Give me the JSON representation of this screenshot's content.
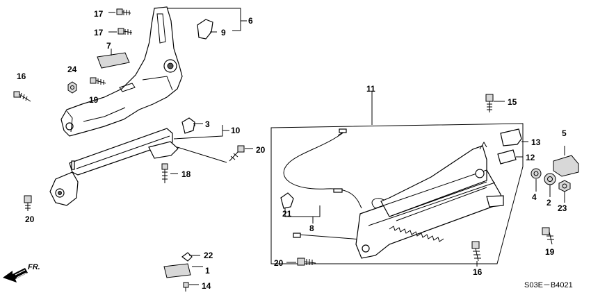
{
  "diagram_code": "S03E－B4021",
  "direction_label": "FR.",
  "callouts": {
    "p1": "1",
    "p2": "2",
    "p3": "3",
    "p4": "4",
    "p5": "5",
    "p6": "6",
    "p7": "7",
    "p8": "8",
    "p9": "9",
    "p10": "10",
    "p11": "11",
    "p12": "12",
    "p13": "13",
    "p14": "14",
    "p15": "15",
    "p16": "16",
    "p17": "17",
    "p18": "18",
    "p19": "19",
    "p20": "20",
    "p21": "21",
    "p22": "22",
    "p23": "23",
    "p24": "24"
  }
}
